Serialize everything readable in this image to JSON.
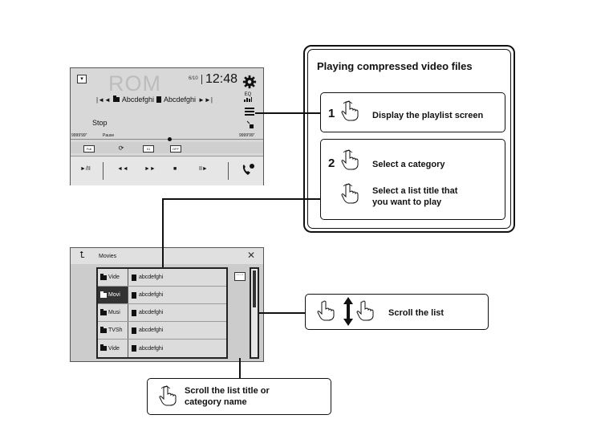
{
  "player": {
    "source_button": "▾",
    "source_label": "ROM",
    "track_count": "6/10",
    "clock": "12:48",
    "folder_name": "Abcdefghi",
    "file_name": "Abcdefghi",
    "eq_label": "EQ",
    "status": "Stop",
    "time_left": "9999'99\"",
    "pause_label": "Pause",
    "time_right": "9999'99\"",
    "mini_buttons": [
      "Full",
      "⟳",
      "01",
      "OFF"
    ],
    "controls": [
      "►/II",
      "◄◄",
      "►►",
      "■",
      "II►"
    ]
  },
  "playlist": {
    "title": "Movies",
    "more_label": "····",
    "rows": [
      {
        "category": "Vide",
        "title": "abcdefghi",
        "selected": false
      },
      {
        "category": "Movi",
        "title": "abcdefghi",
        "selected": true
      },
      {
        "category": "Musi",
        "title": "abcdefghi",
        "selected": false
      },
      {
        "category": "TVSh",
        "title": "abcdefghi",
        "selected": false
      },
      {
        "category": "Vide",
        "title": "abcdefghi",
        "selected": false
      }
    ]
  },
  "instructions": {
    "title": "Playing compressed video files",
    "step1": {
      "number": "1",
      "text": "Display the playlist screen"
    },
    "step2": {
      "number": "2",
      "text1": "Select a category",
      "text2_line1": "Select a list title that",
      "text2_line2": "you want to play"
    },
    "scroll_list": "Scroll the list",
    "scroll_title_line1": "Scroll the list title or",
    "scroll_title_line2": "category name"
  }
}
